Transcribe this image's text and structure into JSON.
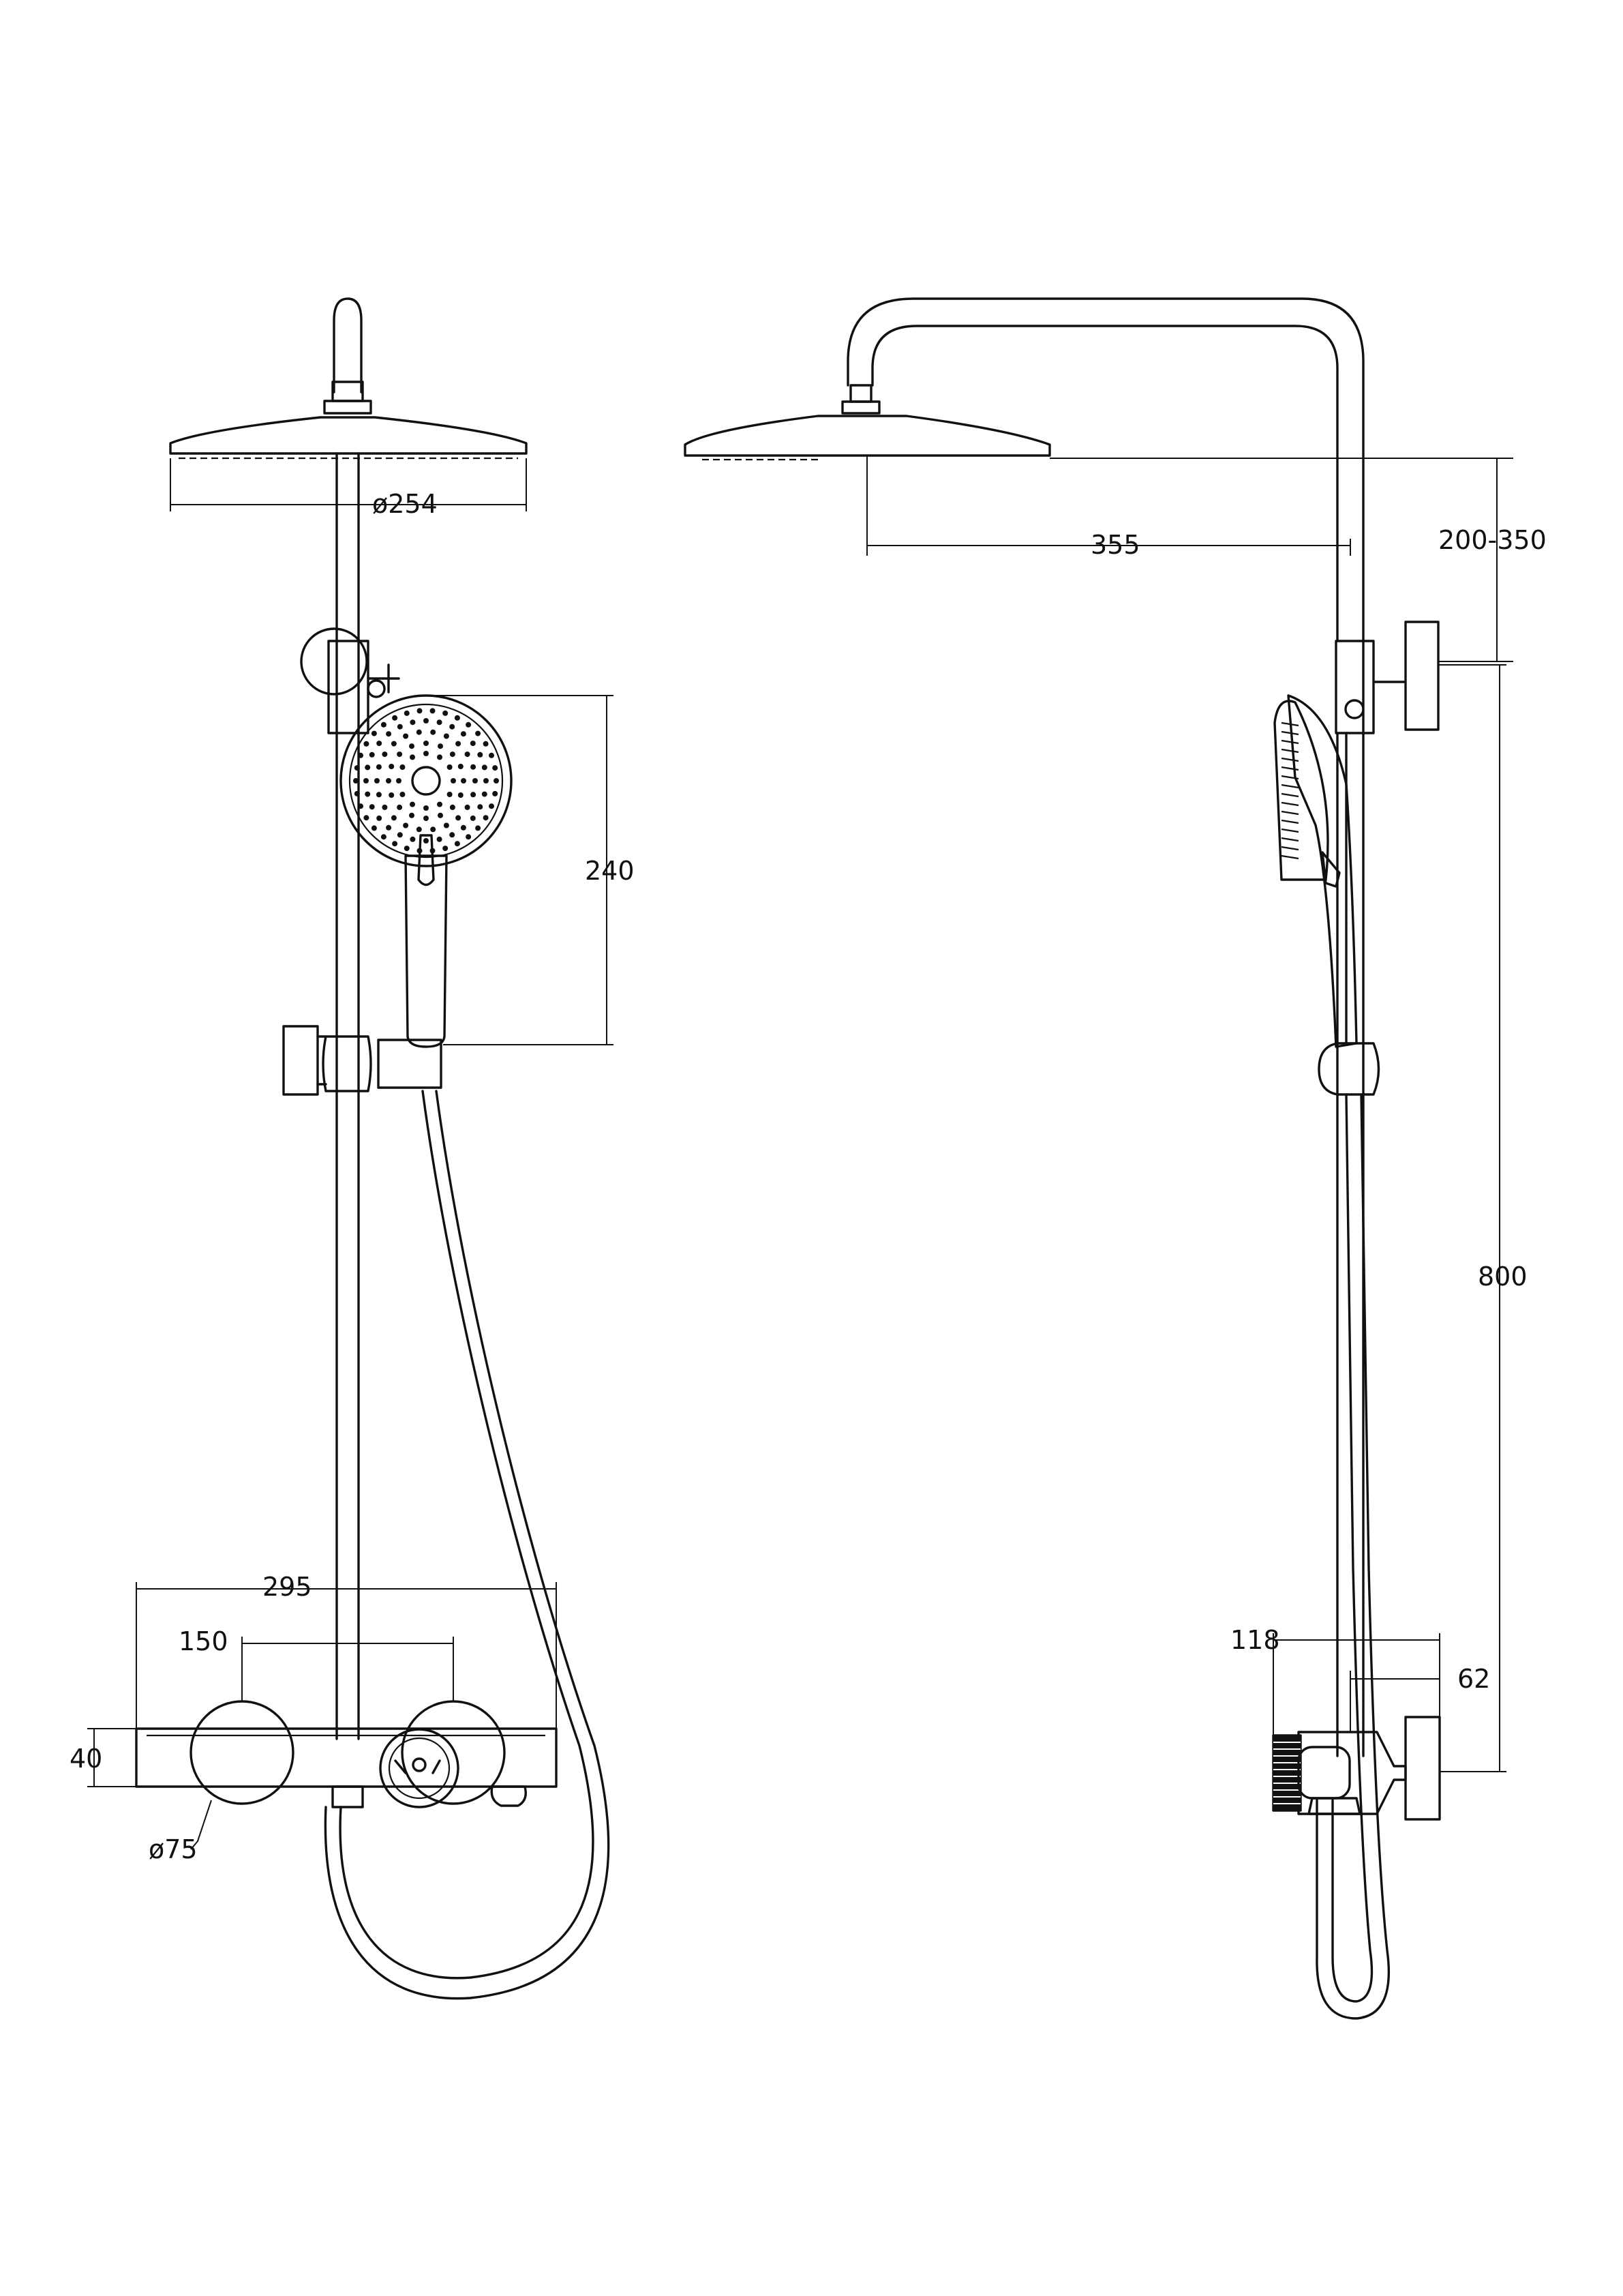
{
  "front_view": {
    "dimensions": {
      "rain_head_diameter": "ø254",
      "hand_shower_height": "240",
      "thermostat_width": "295",
      "inlet_spacing": "150",
      "thermostat_height": "40",
      "escutcheon_diameter": "ø75"
    }
  },
  "side_view": {
    "dimensions": {
      "arm_reach": "355",
      "head_height_adjustment": "200-350",
      "riser_height": "800",
      "projection_depth": "118",
      "wall_clearance": "62"
    }
  },
  "colors": {
    "line": "#111111",
    "background": "#ffffff"
  }
}
